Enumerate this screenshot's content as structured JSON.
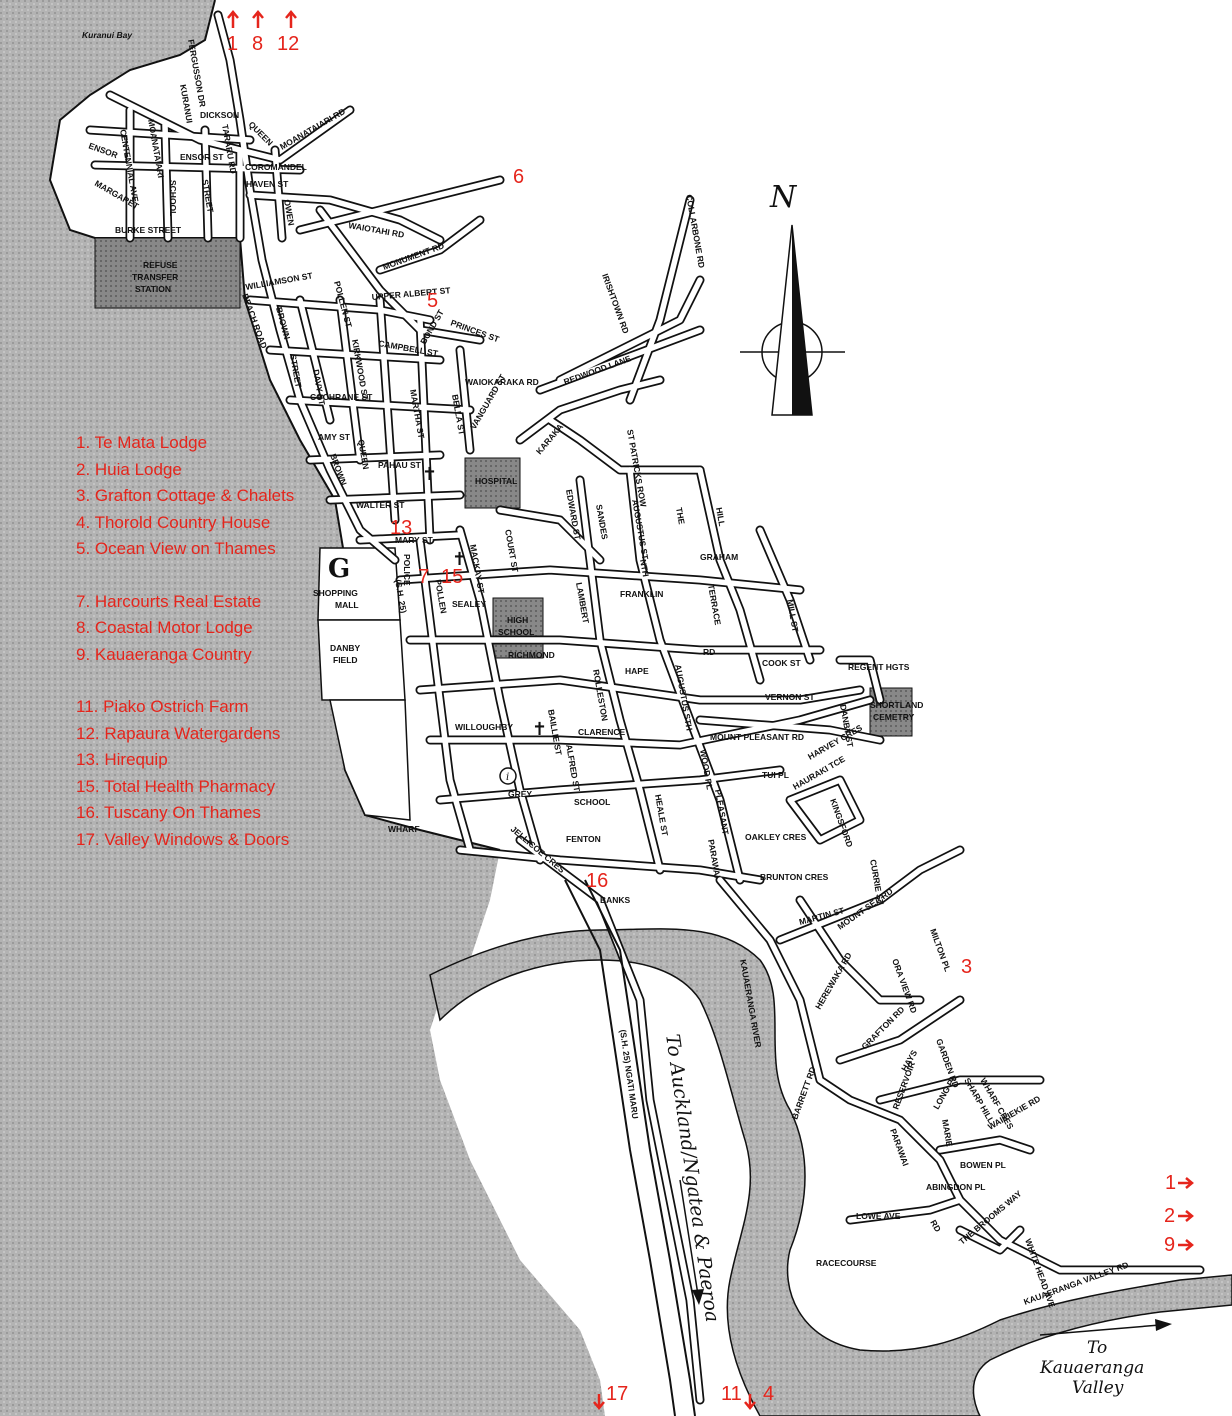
{
  "map": {
    "bay_label": "Kuranui Bay",
    "north_label": "N",
    "route_label": "To Auckland/Ngatea & Paeroa",
    "valley_label_1": "To",
    "valley_label_2": "Kauaeranga",
    "valley_label_3": "Valley",
    "river_label": "KAUAERANGA RIVER",
    "areas": {
      "refuse": [
        "REFUSE",
        "TRANSFER",
        "STATION"
      ],
      "mall": [
        "SHOPPING",
        "MALL"
      ],
      "danby": [
        "DANBY",
        "FIELD"
      ],
      "hospital": "HOSPITAL",
      "high_school": [
        "HIGH",
        "SCHOOL"
      ],
      "school_1": "SCHOOL",
      "school_2": "SCHOOL",
      "racecourse": "RACECOURSE",
      "cemetery": [
        "SHORTLAND",
        "CEMETRY"
      ],
      "wharf": "WHARF",
      "police": "POLICE"
    },
    "streets": {
      "fergusson_dr": "FERGUSSON DR",
      "kuranui": "KURANUI",
      "dickson": "DICKSON",
      "queen": "QUEEN",
      "moanataiari_rd": "MOANATAIARI RD",
      "enson": "ENSOR",
      "centennial_ave": "CENTENNIAL AVE",
      "moanataiari": "MOANATAIARI",
      "ensor_st": "ENSOR ST",
      "tararu": "TARARU RD",
      "coromandel": "COROMANDEL",
      "haven_st": "HAVEN ST",
      "school_st": "SCHOOL",
      "street": "STREET",
      "margaret": "MARGARET",
      "burke_street": "BURKE STREET",
      "owen": "OWEN",
      "waiotahi_rd": "WAIOTAHI RD",
      "monument_rd": "MONUMENT RD",
      "beach_rd": "BEACH ROAD",
      "williamson_st": "WILLIAMSON ST",
      "brown": "BROWN",
      "pollen_st": "POLLEN ST",
      "upper_albert_st": "UPPER ALBERT ST",
      "princes_st": "PRINCES ST",
      "campbell_st": "CAMPBELL ST",
      "bond_st": "BOND ST",
      "waiokaraka_rd": "WAIOKARAKA RD",
      "street_2": "STREET",
      "davy_st": "DAVY ST",
      "kirkwood_st": "KIRKWOOD ST",
      "cochrane_st": "COCHRANE ST",
      "amy_st": "AMY ST",
      "queen_2": "QUEEN",
      "brown_2": "BROWN",
      "martha_st": "MARTHA ST",
      "bella_st": "BELLA ST",
      "vanguard_st": "VANGUARD ST",
      "pahau_st": "PAHAU ST",
      "walter_st": "WALTER ST",
      "mary_st": "MARY ST",
      "karaka": "KARAKA",
      "redwood_lane": "REDWOOD LANE",
      "irishtown_rd": "IRISHTOWN RD",
      "collarbone_rd": "COLLARBONE RD",
      "edward_st": "EDWARD ST",
      "sandes": "SANDES",
      "st_patricks_row": "ST PATRICKS ROW",
      "augustus_st": "AUGUSTUS ST",
      "nth": "NTH",
      "the": "THE",
      "hill": "HILL",
      "graham": "GRAHAM",
      "court_st": "COURT ST",
      "mackay_st": "MACKAY ST",
      "sh25": "(S.H. 25)",
      "pollen_2": "POLLEN",
      "sealey": "SEALEY",
      "lambert": "LAMBERT",
      "franklin": "FRANKLIN",
      "terrace": "TERRACE",
      "mill_st": "MILL ST",
      "cook_st": "COOK ST",
      "richmond": "RICHMOND",
      "rolleston": "ROLLESTON",
      "hape": "HAPE",
      "augustus_sth": "AUGUSTUS STH",
      "rd": "RD",
      "vernon_st": "VERNON ST",
      "regent_hgts": "REGENT HGTS",
      "danby_st": "DANBY ST",
      "willoughby": "WILLOUGHBY",
      "baillie_st": "BAILLIE ST",
      "clarence": "CLARENCE",
      "alfred_st": "ALFRED ST",
      "mount_pleasant_rd": "MOUNT PLEASANT RD",
      "harvey_cres": "HARVEY CRES",
      "wood_pl": "WOOD PL",
      "pleasant": "PLEASANT",
      "hauraki_tce": "HAURAKI TCE",
      "tui_pl": "TUI PL",
      "kingsford": "KINGSFORD",
      "grey": "GREY",
      "heale_st": "HEALE ST",
      "jellicoe_cres": "JELLICOE CRES",
      "fenton": "FENTON",
      "parawai": "PARAWAI",
      "oakley_cres": "OAKLEY CRES",
      "brunton_cres": "BRUNTON CRES",
      "currie_st": "CURRIE ST",
      "banks": "BANKS",
      "martin_st": "MARTIN ST",
      "mount_sea_rd": "MOUNT SEA RD",
      "ora_view_rd": "ORA VIEW RD",
      "milton_pl": "MILTON PL",
      "herewaka_rd": "HEREWAKA RD",
      "sh25_ngati_maru": "(S.H. 25) NGATI MARU",
      "grafton_rd": "GRAFTON RD",
      "hays": "HAYS",
      "garden_rd": "GARDEN RD",
      "reservoir": "RESERVOIR",
      "long_pl": "LONG PL",
      "sharp_hill": "SHARP HILL",
      "wharf_cres": "WHARF CRES",
      "barrett_rd": "BARRETT RD",
      "parawai_2": "PARAWAI",
      "maxie": "MARIE",
      "waikiekie_rd": "WAIKIEKIE RD",
      "bowen_pl": "BOWEN PL",
      "abingdon_pl": "ABINGDON PL",
      "lowe_ave": "LOWE AVE",
      "rd_2": "RD",
      "the_brooms_way": "THE BROOMS WAY",
      "white_head_ave": "WHITE HEAD AVE",
      "kauaeranga_valley_rd": "KAUAERANGA VALLEY RD"
    }
  },
  "markers": {
    "top_1": "1",
    "top_8": "8",
    "top_12": "12",
    "m6": "6",
    "m5": "5",
    "m13": "13",
    "m7": "7",
    "m15": "15",
    "m16": "16",
    "m3": "3",
    "r1": "1",
    "r2": "2",
    "r9": "9",
    "b17": "17",
    "b11": "11",
    "b4": "4"
  },
  "legend": [
    "1.  Te Mata Lodge",
    "2.  Huia Lodge",
    "3.  Grafton Cottage & Chalets",
    "4.  Thorold Country House",
    "5.   Ocean View on Thames",
    "",
    "7.  Harcourts Real Estate",
    "8.  Coastal Motor Lodge",
    "9.  Kauaeranga Country",
    "",
    "11.  Piako Ostrich Farm",
    "12.  Rapaura Watergardens",
    "13.  Hirequip",
    "15.  Total Health Pharmacy",
    "16.  Tuscany On Thames",
    "17.  Valley Windows & Doors"
  ],
  "colors": {
    "accent": "#e5251c",
    "sea": "#a9a9a9",
    "ink": "#111111"
  }
}
